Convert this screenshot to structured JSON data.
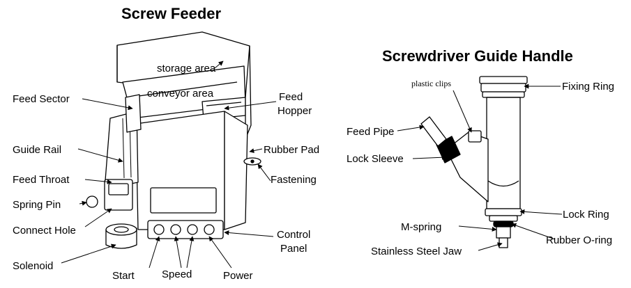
{
  "feeder": {
    "title": "Screw Feeder",
    "labels": {
      "storage_area": "storage area",
      "conveyor_area": "conveyor area",
      "feed_sector": "Feed Sector",
      "feed_hopper_1": "Feed",
      "feed_hopper_2": "Hopper",
      "guide_rail": "Guide Rail",
      "rubber_pad": "Rubber Pad",
      "feed_throat": "Feed Throat",
      "fastening": "Fastening",
      "spring_pin": "Spring Pin",
      "connect_hole": "Connect Hole",
      "control_panel_1": "Control",
      "control_panel_2": "Panel",
      "solenoid": "Solenoid",
      "start": "Start",
      "speed": "Speed",
      "power": "Power"
    }
  },
  "handle": {
    "title": "Screwdriver Guide Handle",
    "labels": {
      "plastic_clips": "plastic clips",
      "fixing_ring": "Fixing Ring",
      "feed_pipe": "Feed Pipe",
      "lock_sleeve": "Lock Sleeve",
      "lock_ring": "Lock Ring",
      "m_spring": "M-spring",
      "rubber_o_ring": "Rubber O-ring",
      "stainless_steel_jaw": "Stainless Steel Jaw"
    }
  }
}
